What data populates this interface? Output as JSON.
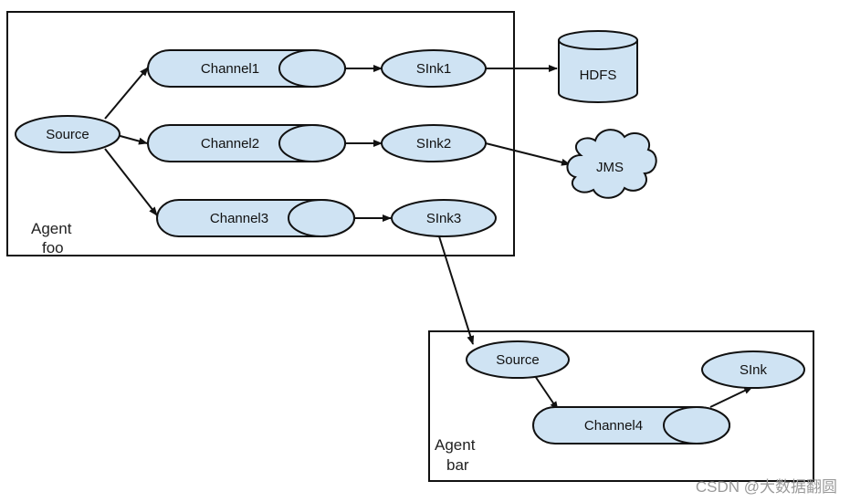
{
  "colors": {
    "node_fill": "#cfe3f3",
    "stroke": "#111111",
    "background": "#ffffff"
  },
  "agent_foo": {
    "label_line1": "Agent",
    "label_line2": "foo"
  },
  "agent_bar": {
    "label_line1": "Agent",
    "label_line2": "bar"
  },
  "nodes": {
    "source_foo": "Source",
    "channel1": "Channel1",
    "channel2": "Channel2",
    "channel3": "Channel3",
    "sink1": "SInk1",
    "sink2": "SInk2",
    "sink3": "SInk3",
    "hdfs": "HDFS",
    "jms": "JMS",
    "source_bar": "Source",
    "channel4": "Channel4",
    "sink_bar": "SInk"
  },
  "watermark": "CSDN @大数据翻圆"
}
